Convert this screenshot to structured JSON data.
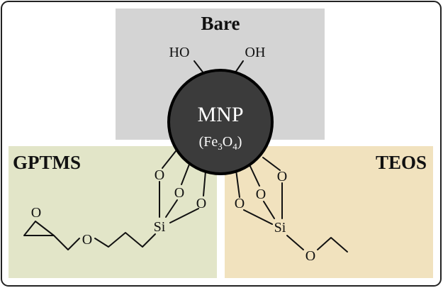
{
  "panels": {
    "bare": {
      "title": "Bare",
      "color": "#d4d4d4"
    },
    "gptms": {
      "title": "GPTMS",
      "color": "#e2e5c8"
    },
    "teos": {
      "title": "TEOS",
      "color": "#f1e2be"
    }
  },
  "core": {
    "label": "MNP",
    "formula": {
      "open": "(Fe",
      "s1": "3",
      "mid": "O",
      "s2": "4",
      "close": ")"
    },
    "fill": "#3b3b3b",
    "stroke": "#000000"
  },
  "bare_groups": {
    "left": "HO",
    "right": "OH"
  },
  "atoms": {
    "oxygen": "O",
    "silicon": "Si"
  },
  "frame_border": "#222222"
}
